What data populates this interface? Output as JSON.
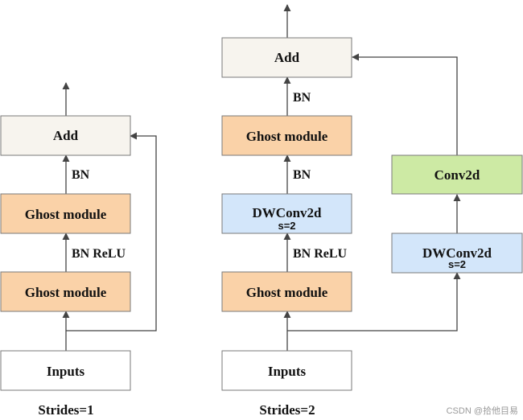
{
  "colors": {
    "add_fill": "#f7f4ee",
    "ghost_fill": "#fad2a8",
    "dwconv_fill": "#d3e6fa",
    "conv_fill": "#cdeaa4",
    "input_fill": "#ffffff",
    "border": "#7a7a7a"
  },
  "left": {
    "add": "Add",
    "bn_top": "BN",
    "ghost_top": "Ghost module",
    "bn_mid": "BN  ReLU",
    "ghost_bottom": "Ghost module",
    "inputs": "Inputs",
    "caption": "Strides=1"
  },
  "right": {
    "add": "Add",
    "bn_top": "BN",
    "ghost_top": "Ghost module",
    "bn_mid": "BN",
    "dwconv": "DWConv2d",
    "dwconv_stride": "s=2",
    "bn_relu": "BN  ReLU",
    "ghost_bottom": "Ghost module",
    "inputs": "Inputs",
    "caption": "Strides=2",
    "conv2d": "Conv2d",
    "dwconv_short": "DWConv2d",
    "dwconv_short_stride": "s=2"
  },
  "watermark": "CSDN @拾他目易"
}
